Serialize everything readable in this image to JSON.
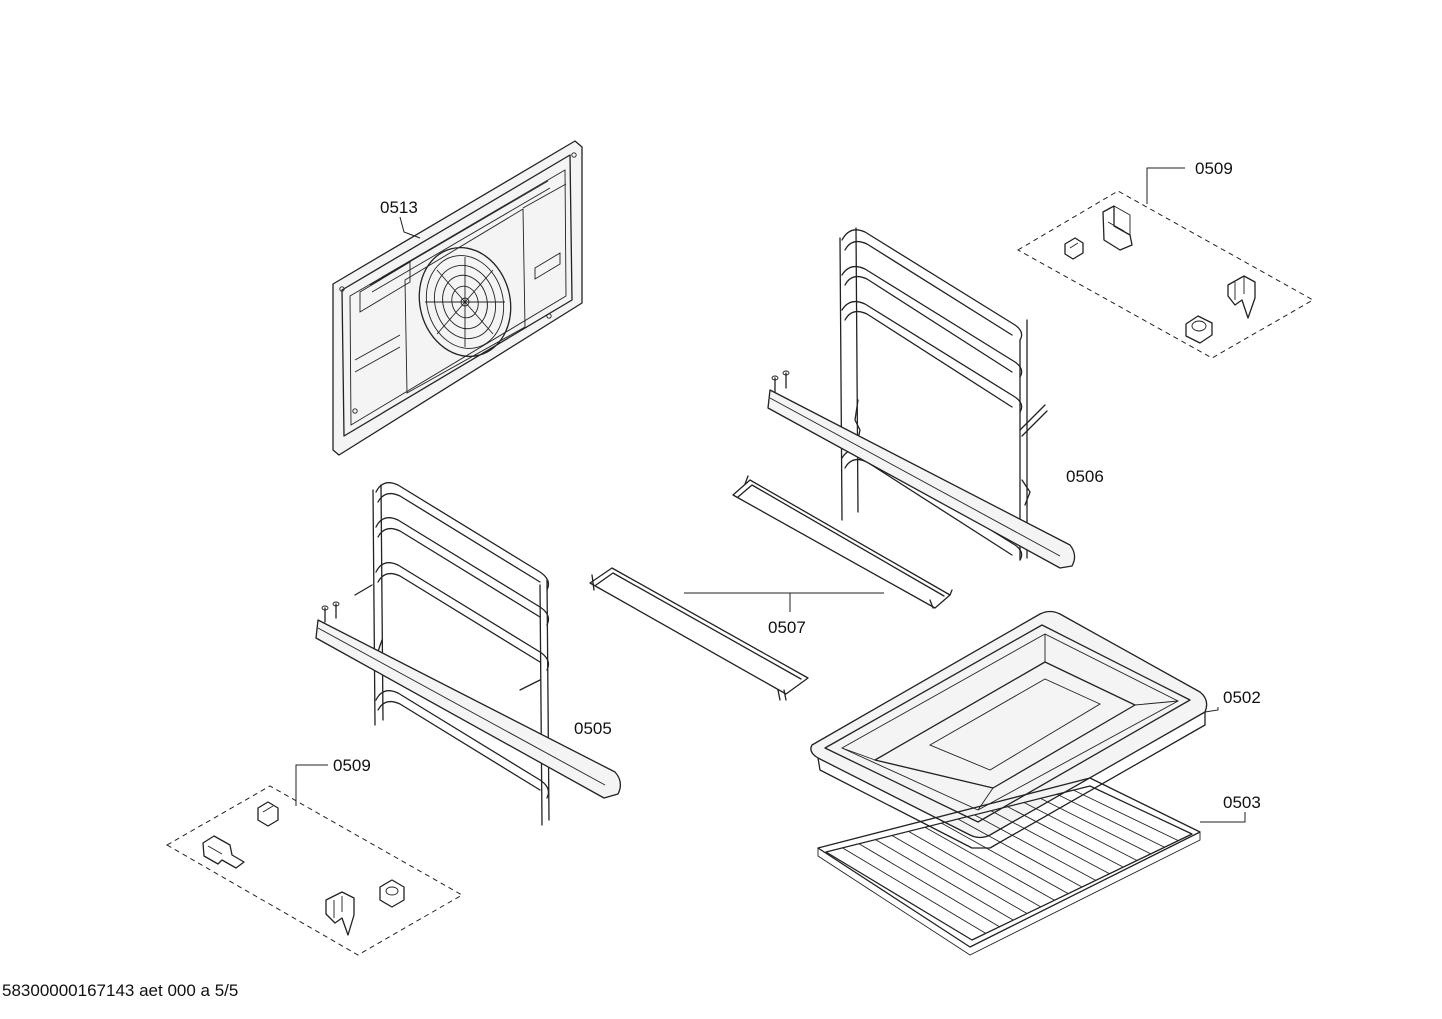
{
  "callouts": {
    "c0513": "0513",
    "c0509_top": "0509",
    "c0506": "0506",
    "c0507": "0507",
    "c0505": "0505",
    "c0502": "0502",
    "c0503": "0503",
    "c0509_bottom": "0509"
  },
  "footer": {
    "drawing_id": "58300000167143 aet 000 a 5/5"
  }
}
